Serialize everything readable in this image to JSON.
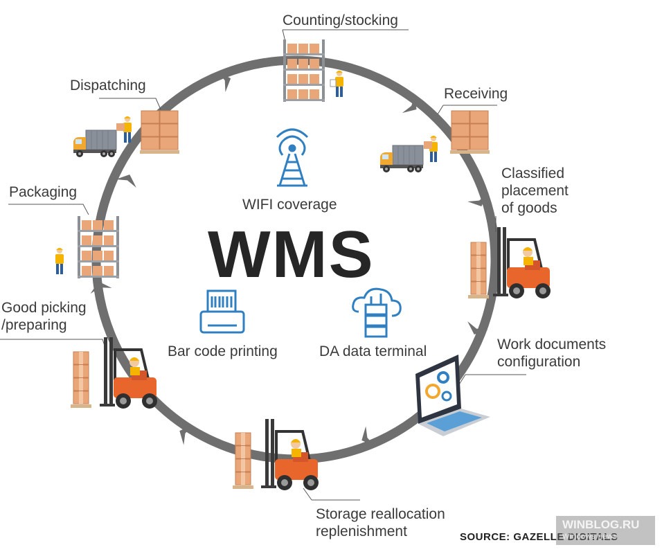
{
  "center": {
    "title": "WMS"
  },
  "features": {
    "wifi": "WIFI coverage",
    "barcode": "Bar code printing",
    "terminal": "DA data terminal"
  },
  "stages": {
    "counting": [
      "Counting/stocking"
    ],
    "receiving": [
      "Receiving"
    ],
    "classified": [
      "Classified",
      "placement",
      "of goods"
    ],
    "work_docs": [
      "Work documents",
      "configuration"
    ],
    "storage": [
      "Storage reallocation",
      "replenishment"
    ],
    "picking": [
      "Good picking",
      "/preparing"
    ],
    "packaging": [
      "Packaging"
    ],
    "dispatching": [
      "Dispatching"
    ]
  },
  "footer": {
    "source": "SOURCE: GAZELLE DIGITALS",
    "watermark_title": "WINBLOG.RU",
    "watermark_sub": "Windows news"
  },
  "colors": {
    "cycle": "#6f6f6f",
    "box": "#e7a173",
    "forklift_body": "#e8652b",
    "icon_blue": "#2f7fc1",
    "truck": "#f0a830"
  }
}
